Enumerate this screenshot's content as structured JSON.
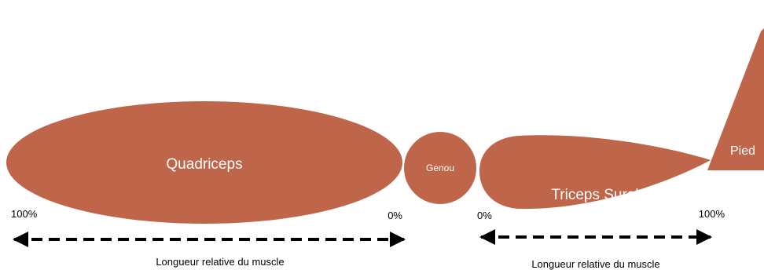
{
  "colors": {
    "muscle_fill": "#BF6549",
    "label_text": "#FFFFFF",
    "axis_text": "#000000",
    "arrow": "#000000",
    "background": "#FFFFFF"
  },
  "shapes": {
    "quadriceps": {
      "label": "Quadriceps"
    },
    "knee": {
      "label": "Genou"
    },
    "triceps": {
      "label": "Triceps Sural"
    },
    "foot": {
      "label": "Pied"
    }
  },
  "left_scale": {
    "start_label": "100%",
    "end_label": "0%",
    "caption": "Longueur relative du muscle",
    "arrow_style": "dashed double-headed"
  },
  "right_scale": {
    "start_label": "0%",
    "end_label": "100%",
    "caption": "Longueur relative du muscle",
    "arrow_style": "dashed double-headed"
  }
}
